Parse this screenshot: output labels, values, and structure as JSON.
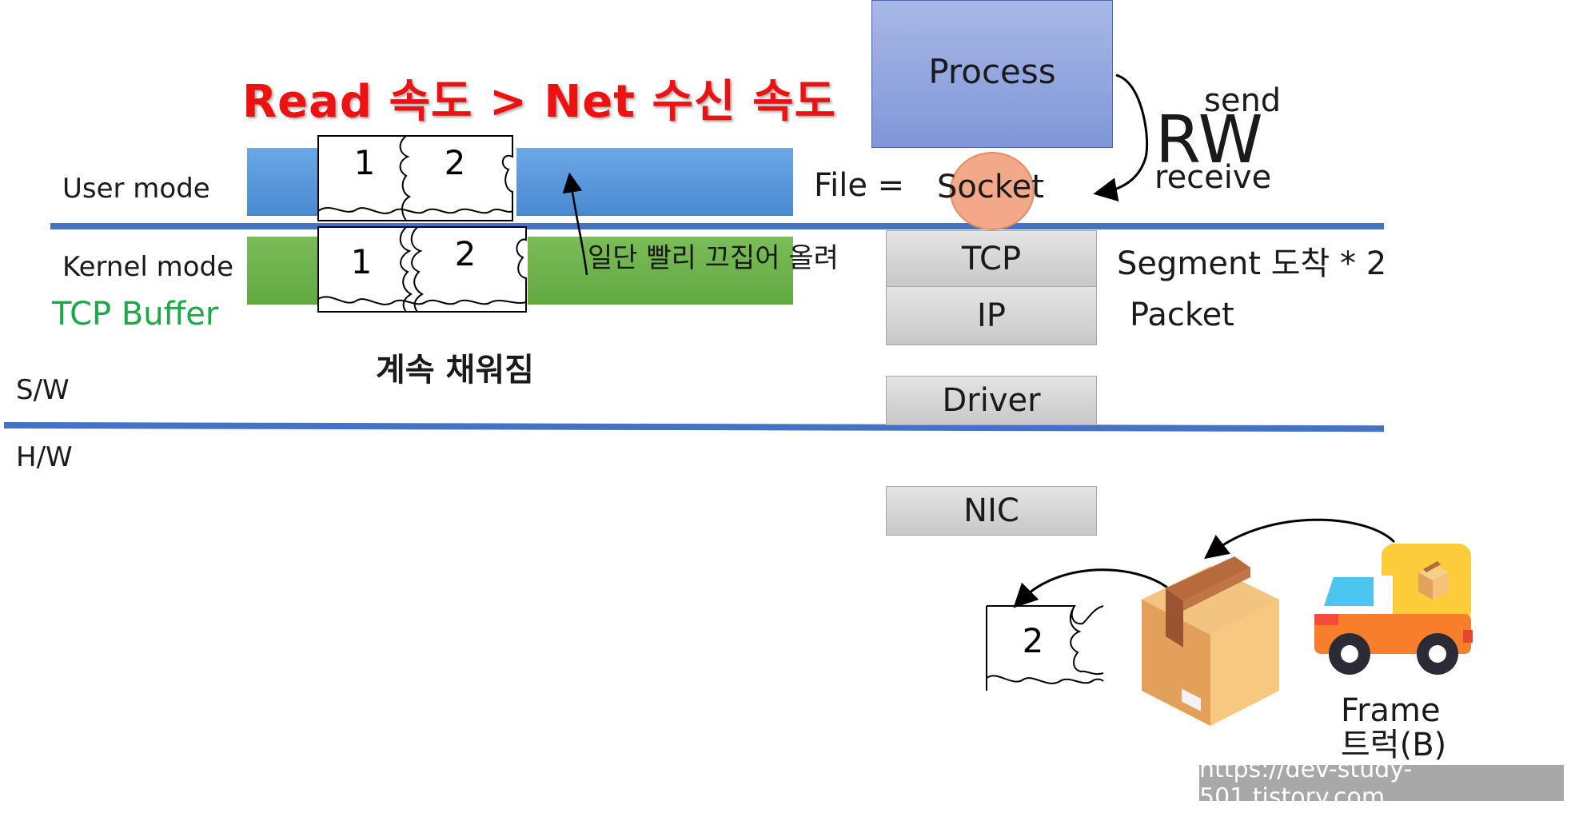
{
  "title": "Read 속도 > Net 수신 속도",
  "labels": {
    "user_mode": "User mode",
    "kernel_mode": "Kernel mode",
    "tcp_buffer": "TCP Buffer",
    "sw": "S/W",
    "hw": "H/W",
    "keep_filling": "계속 채워짐",
    "lift_quickly": "일단 빨리 끄집어 올려",
    "file_eq": "File ="
  },
  "puzzle": {
    "user_pieces": [
      "1",
      "2"
    ],
    "kernel_pieces": [
      "1",
      "2"
    ],
    "incoming_piece": "2"
  },
  "process": {
    "label": "Process"
  },
  "socket": {
    "label": "Socket"
  },
  "rw": {
    "big": "RW",
    "send": "send",
    "receive": "receive"
  },
  "stack": {
    "tcp": "TCP",
    "ip": "IP",
    "driver": "Driver",
    "nic": "NIC"
  },
  "annotations": {
    "segment": "Segment 도착 * 2",
    "packet": "Packet",
    "frame": "Frame",
    "truck": "트럭(B)"
  },
  "watermark": "https://dev-study-501.tistory.com",
  "colors": {
    "title_red": "#ee1111",
    "user_bar_blue": "#5b9bdc",
    "kernel_bar_green": "#6db04a",
    "divider_blue": "#4472c4",
    "process_fill": "#8fa4dd",
    "socket_fill": "#f4a88a",
    "tcp_buffer_green": "#1ca84a"
  },
  "icons": {
    "box": "cardboard-box-icon",
    "truck": "delivery-truck-icon",
    "puzzle": "puzzle-piece-icon"
  }
}
